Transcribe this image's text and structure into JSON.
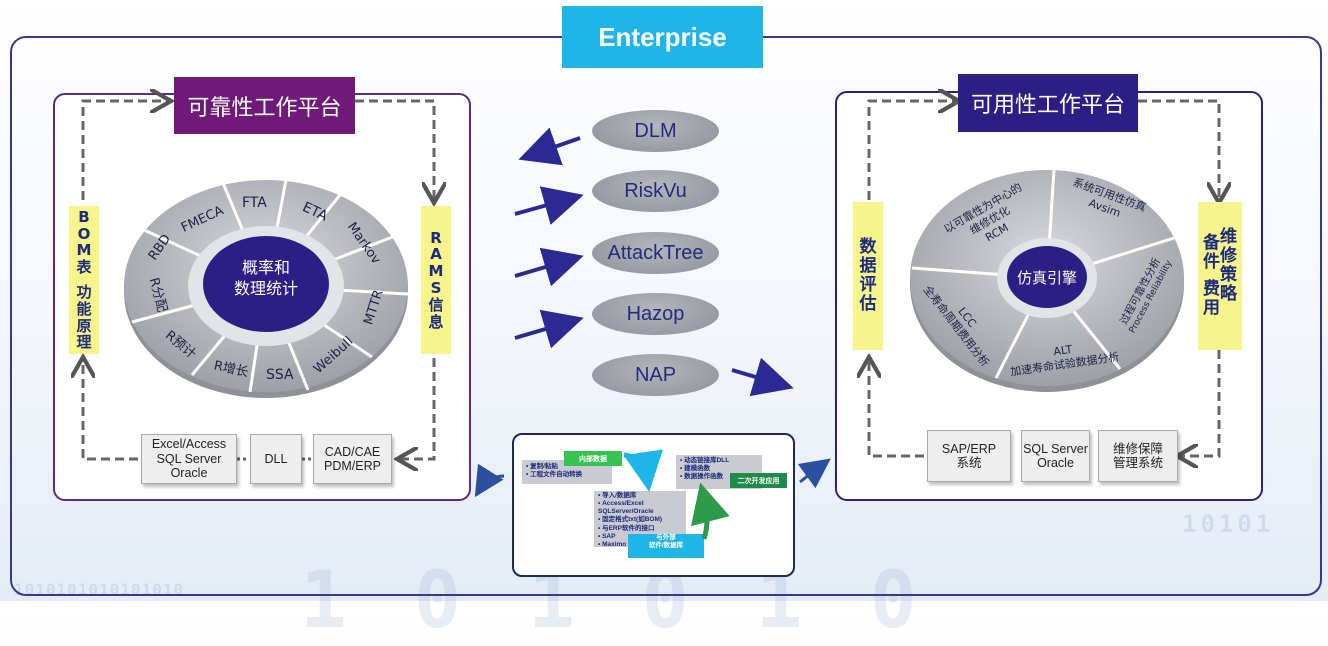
{
  "enterprise": "Enterprise",
  "left_panel": {
    "title": "可靠性工作平台",
    "left_label": [
      "B",
      "O",
      "M",
      "表",
      "",
      "功",
      "能",
      "原",
      "理"
    ],
    "right_label": [
      "R",
      "A",
      "M",
      "S",
      "信",
      "息"
    ],
    "hub": [
      "概率和",
      "数理统计"
    ],
    "segments": [
      "FTA",
      "ETA",
      "Markov",
      "MTTR",
      "Weibull",
      "SSA",
      "R增长",
      "R预计",
      "R分配",
      "RBD",
      "FMECA"
    ],
    "data_boxes": [
      "Excel/Access\nSQL Server\nOracle",
      "DLL",
      "CAD/CAE\nPDM/ERP"
    ]
  },
  "tools": [
    "DLM",
    "RiskVu",
    "AttackTree",
    "Hazop",
    "NAP"
  ],
  "bottom": {
    "internal": "内部数据",
    "copy_items": "• 复制/粘贴\n• 工程文件自动转换",
    "middle_items": "• 导入/数据库\n• Access/Excel\n  SQLServer/Oracle\n• 固定格式txt(如BOM)\n• 与ERP软件的接口\n• SAP\n• Maximo",
    "external": "与外部\n软件/数据库",
    "dll_items": "• 动态链接库DLL\n• 建模函数\n• 数据操作函数",
    "secondary": "二次开发应用"
  },
  "right_panel": {
    "title": "可用性工作平台",
    "left_label": [
      "数",
      "据",
      "评",
      "估"
    ],
    "right_label_a": [
      "备",
      "件",
      "",
      "费",
      "用"
    ],
    "right_label_b": [
      "维",
      "修",
      "策",
      "略"
    ],
    "hub": "仿真引擎",
    "segments": [
      [
        "以可靠性为中心的",
        "维修优化",
        "RCM"
      ],
      [
        "系统可用性仿真",
        "Avsim"
      ],
      [
        "过程可靠性分析",
        "Process Reliability"
      ],
      [
        "ALT",
        "加速寿命试验数据分析"
      ],
      [
        "LCC",
        "全寿命周期费用分析"
      ]
    ],
    "data_boxes": [
      "SAP/ERP\n系统",
      "SQL Server\nOracle",
      "维修保障\n管理系统"
    ]
  },
  "watermark_right": "10101",
  "watermark_bottom": "1010101010101010",
  "watermark_big": "1 0 1 0 1 0",
  "colors": {
    "enterprise": "#1fb5e8",
    "left_title": "#6f1a78",
    "right_title": "#2d1e86",
    "hub": "#2d1e86",
    "label_bg": "#f6f48a",
    "tool": "#9a9ca4"
  }
}
